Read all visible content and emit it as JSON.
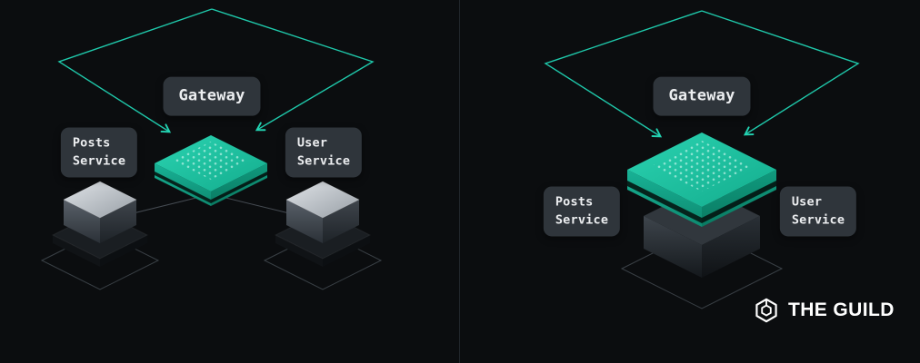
{
  "colors": {
    "background": "#0b0d0f",
    "teal_accent": "#1ec9a9",
    "teal_top": "#2bd3b1",
    "teal_side": "#0f9a7e",
    "label_bg": "#2f353b",
    "label_text": "#eceef0",
    "cube_gray_top": "#dfe3e7",
    "cube_gray_side": "#2c3238",
    "wireframe": "#3a4046",
    "divider": "#21262b",
    "logo_white": "#ffffff"
  },
  "panels": {
    "left": {
      "gateway_label": "Gateway",
      "posts_service": {
        "line1": "Posts",
        "line2": "Service"
      },
      "user_service": {
        "line1": "User",
        "line2": "Service"
      }
    },
    "right": {
      "gateway_label": "Gateway",
      "posts_service": {
        "line1": "Posts",
        "line2": "Service"
      },
      "user_service": {
        "line1": "User",
        "line2": "Service"
      }
    }
  },
  "logo": {
    "text": "THE GUILD"
  }
}
